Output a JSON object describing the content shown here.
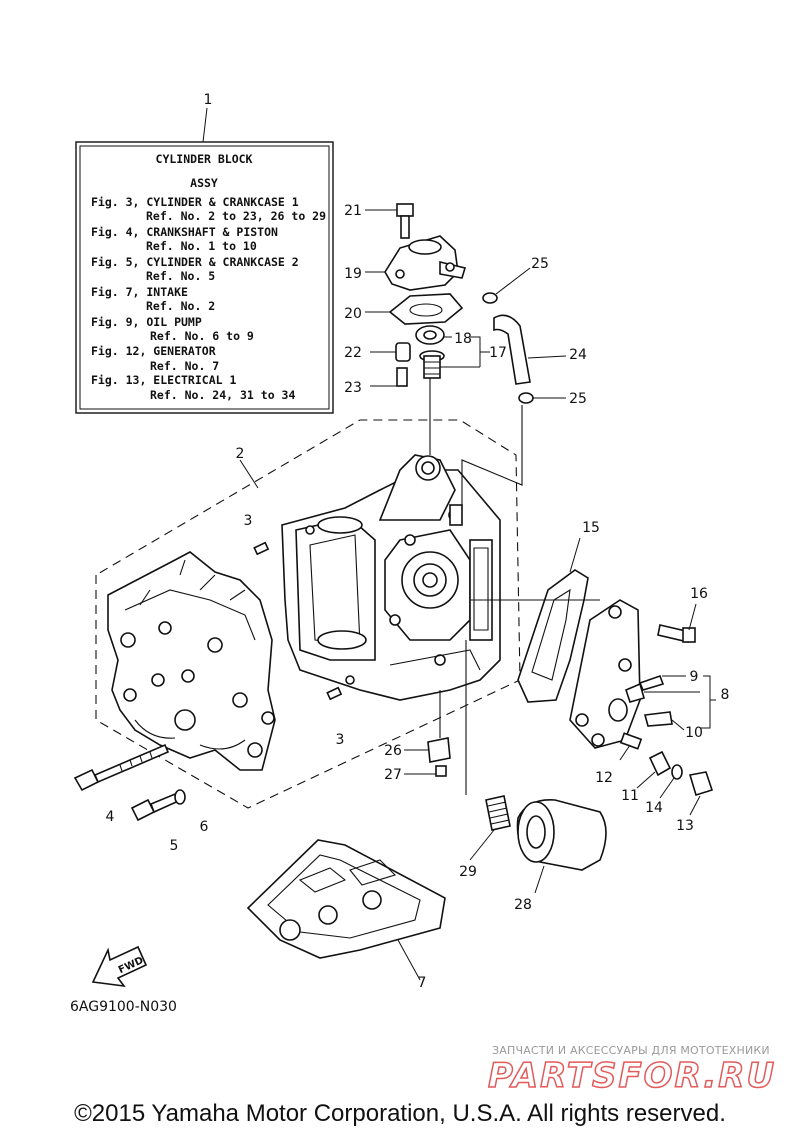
{
  "diagram": {
    "box": {
      "title_line1": "CYLINDER BLOCK",
      "title_line2": "ASSY",
      "lines": [
        "Fig. 3, CYLINDER & CRANKCASE 1",
        "Ref. No. 2 to 23, 26 to 29",
        "Fig. 4, CRANKSHAFT & PISTON",
        "Ref. No. 1 to 10",
        "Fig. 5, CYLINDER & CRANKCASE 2",
        "Ref. No. 5",
        "Fig. 7, INTAKE",
        "Ref. No. 2",
        "Fig. 9, OIL PUMP",
        "Ref. No. 6 to 9",
        "Fig. 12, GENERATOR",
        "Ref. No. 7",
        "Fig. 13, ELECTRICAL 1",
        "Ref. No. 24, 31 to 34"
      ]
    },
    "callouts": [
      "1",
      "2",
      "3",
      "3",
      "4",
      "5",
      "6",
      "7",
      "8",
      "9",
      "10",
      "11",
      "12",
      "13",
      "14",
      "15",
      "16",
      "17",
      "18",
      "19",
      "20",
      "21",
      "22",
      "23",
      "24",
      "25",
      "25",
      "26",
      "27",
      "28",
      "29"
    ],
    "fwd_label": "FWD",
    "part_code": "6AG9100-N030"
  },
  "watermark": {
    "tagline": "ЗАПЧАСТИ И АКСЕССУАРЫ ДЛЯ МОТОТЕХНИКИ",
    "brand": "PARTSFOR.RU"
  },
  "footer": {
    "copyright": "©2015 Yamaha Motor Corporation, U.S.A. All rights reserved."
  },
  "colors": {
    "line": "#111111",
    "watermark_red": "#e25a5a",
    "watermark_gray": "#9a9a9a"
  }
}
